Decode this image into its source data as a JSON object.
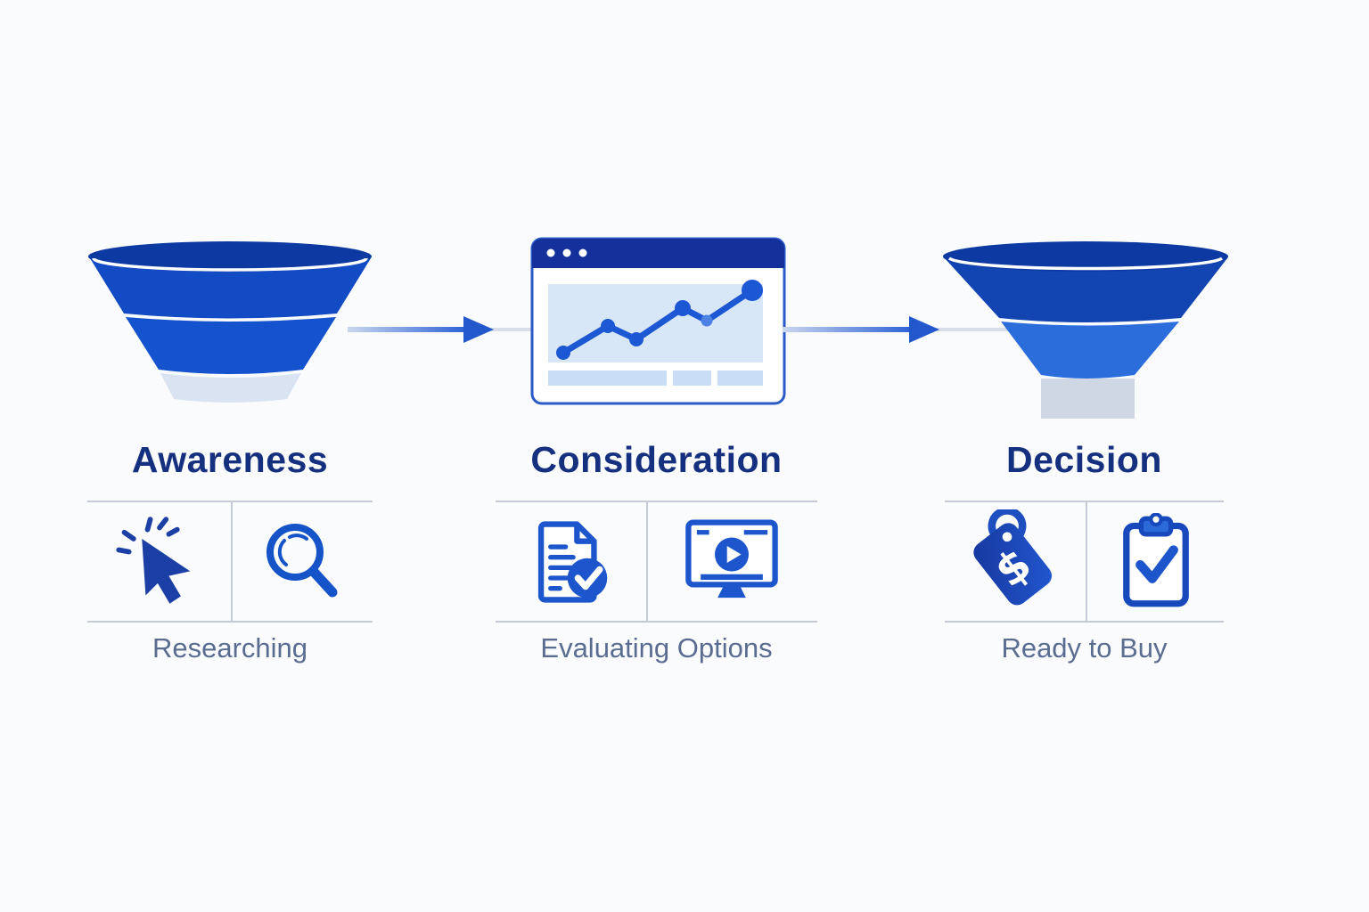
{
  "stages": [
    {
      "id": "awareness",
      "title": "Awareness",
      "caption": "Researching",
      "graphic": "funnel-3-segments",
      "icons": [
        "cursor-click-icon",
        "search-icon"
      ]
    },
    {
      "id": "consideration",
      "title": "Consideration",
      "caption": "Evaluating Options",
      "graphic": "browser-window-rising-line-chart",
      "icons": [
        "document-check-icon",
        "video-play-monitor-icon"
      ]
    },
    {
      "id": "decision",
      "title": "Decision",
      "caption": "Ready to Buy",
      "graphic": "funnel-with-stem",
      "icons": [
        "price-tag-icon",
        "clipboard-check-icon"
      ]
    }
  ],
  "glyphs": {
    "dollar": "$"
  },
  "colors": {
    "background": "#fafbfd",
    "funnel_rim": "#0c3aa2",
    "funnel_top_segment": "#124bc4",
    "funnel_mid_segment_left": "#1552ce",
    "funnel_mid_segment_right": "#2b6edb",
    "funnel_bottom_light": "#d9e3f2",
    "funnel_stem_light": "#cfd7e4",
    "browser_titlebar": "#14309b",
    "browser_border": "#2a5ac8",
    "chart_background": "#d8e7f8",
    "chart_line": "#1c57d4",
    "chart_dot_light": "#4c80e2",
    "content_bar": "#c9def6",
    "arrow_head": "#2258cc",
    "heading_text": "#15307f",
    "caption_text": "#5a6c90",
    "table_line": "#c4cad6",
    "icon_blue": "#1d56cc",
    "icon_navy": "#1b3fa4"
  }
}
